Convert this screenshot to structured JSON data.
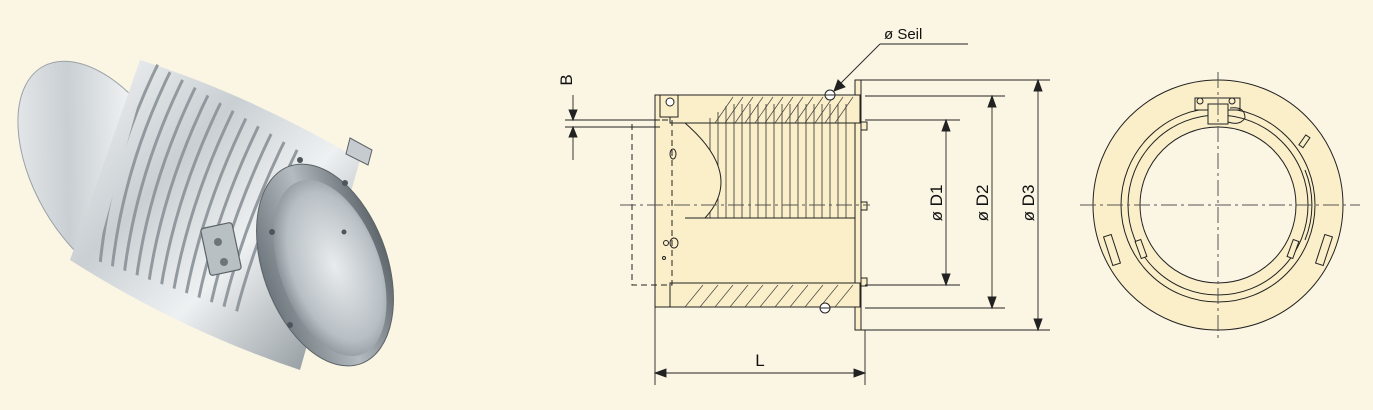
{
  "figure": {
    "labels": {
      "rope_diameter": "ø Seil",
      "B": "B",
      "D1": "ø D1",
      "D2": "ø D2",
      "D3": "ø D3",
      "L": "L"
    }
  },
  "colors": {
    "background": "#fbf5e4",
    "part_fill": "#fbefc9",
    "line": "#222222",
    "metal_light": "#e8ecef",
    "metal_dark": "#8c959c"
  }
}
